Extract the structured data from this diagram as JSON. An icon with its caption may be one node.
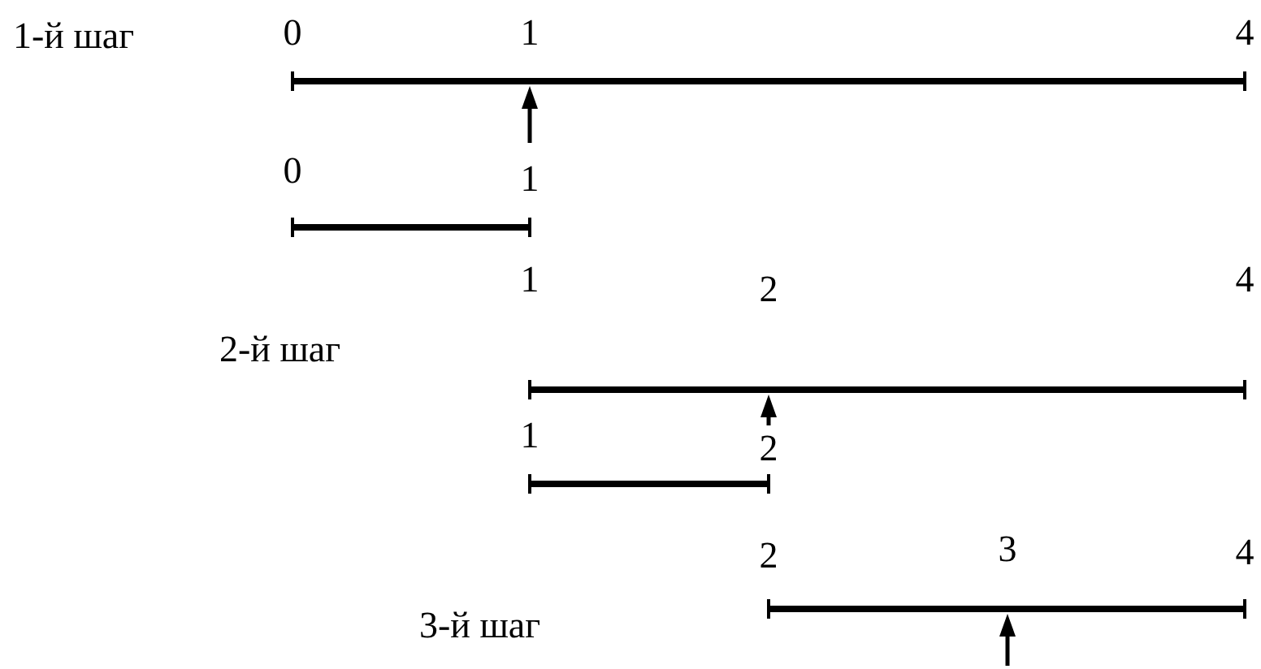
{
  "diagram": {
    "labels": [
      "1-й шаг",
      "0",
      "1",
      "4",
      "0",
      "1",
      "1",
      "2",
      "4",
      "2-й шаг",
      "1",
      "2",
      "2",
      "3",
      "4",
      "3-й шаг"
    ]
  }
}
